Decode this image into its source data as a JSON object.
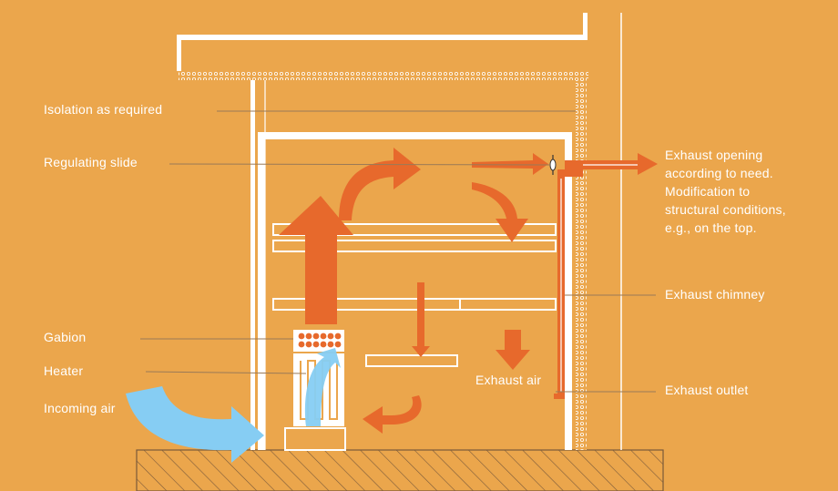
{
  "colors": {
    "background": "#eba64c",
    "structure": "#ffffff",
    "warm_air": "#e7692c",
    "incoming_air": "#86cdf3",
    "leader_line": "#9a7a57",
    "ground_hatch": "#7a5a3a"
  },
  "labels": {
    "isolation": "Isolation as required",
    "regulating_slide": "Regulating slide",
    "gabion": "Gabion",
    "heater": "Heater",
    "incoming_air": "Incoming air",
    "exhaust_opening": [
      "Exhaust opening",
      "according to need.",
      "Modification to",
      "structural conditions,",
      "e.g., on the top."
    ],
    "exhaust_chimney": "Exhaust chimney",
    "exhaust_air": "Exhaust air",
    "exhaust_outlet": "Exhaust outlet"
  },
  "icons": {
    "warm_air_arrows": "curved-arrow-icon",
    "incoming_air_arrow": "curved-arrow-icon",
    "slide_valve": "valve-icon"
  }
}
